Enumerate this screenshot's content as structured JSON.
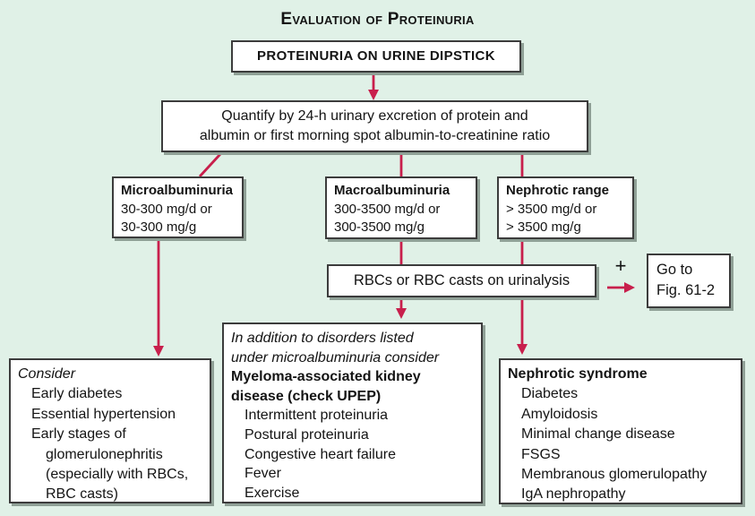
{
  "colors": {
    "background": "#e0f1e7",
    "arrow": "#c81f4c",
    "border": "#3c3c3c",
    "shadow": "#8fa096",
    "box_bg": "#ffffff",
    "text": "#141414"
  },
  "title": "Evaluation of Proteinuria",
  "flow": {
    "dipstick_label": "PROTEINURIA ON URINE DIPSTICK",
    "quantify_line1": "Quantify by 24-h urinary excretion of protein and",
    "quantify_line2": "albumin or first morning spot albumin-to-creatinine ratio",
    "micro_title": "Microalbuminuria",
    "micro_line1": "30-300 mg/d or",
    "micro_line2": "30-300 mg/g",
    "macro_title": "Macroalbuminuria",
    "macro_line1": "300-3500 mg/d or",
    "macro_line2": "300-3500 mg/g",
    "range_title": "Nephrotic range",
    "range_line1": "> 3500 mg/d or",
    "range_line2": "> 3500 mg/g",
    "rbc_label": "RBCs or RBC casts on urinalysis",
    "plus_sign": "+",
    "goto_line1": "Go to",
    "goto_line2": "Fig. 61-2"
  },
  "lists": {
    "consider": [
      "Consider",
      "Early diabetes",
      "Essential hypertension",
      "Early stages of",
      "glomerulonephritis",
      "(especially with RBCs,",
      "RBC casts)"
    ],
    "myeloma": [
      "In addition to disorders listed",
      "under microalbuminuria consider",
      "Myeloma-associated kidney",
      "disease (check UPEP)",
      "Intermittent proteinuria",
      "Postural proteinuria",
      "Congestive heart failure",
      "Fever",
      "Exercise"
    ],
    "nephrotic_syndrome": [
      "Nephrotic syndrome",
      "Diabetes",
      "Amyloidosis",
      "Minimal change disease",
      "FSGS",
      "Membranous glomerulopathy",
      "IgA nephropathy"
    ]
  }
}
